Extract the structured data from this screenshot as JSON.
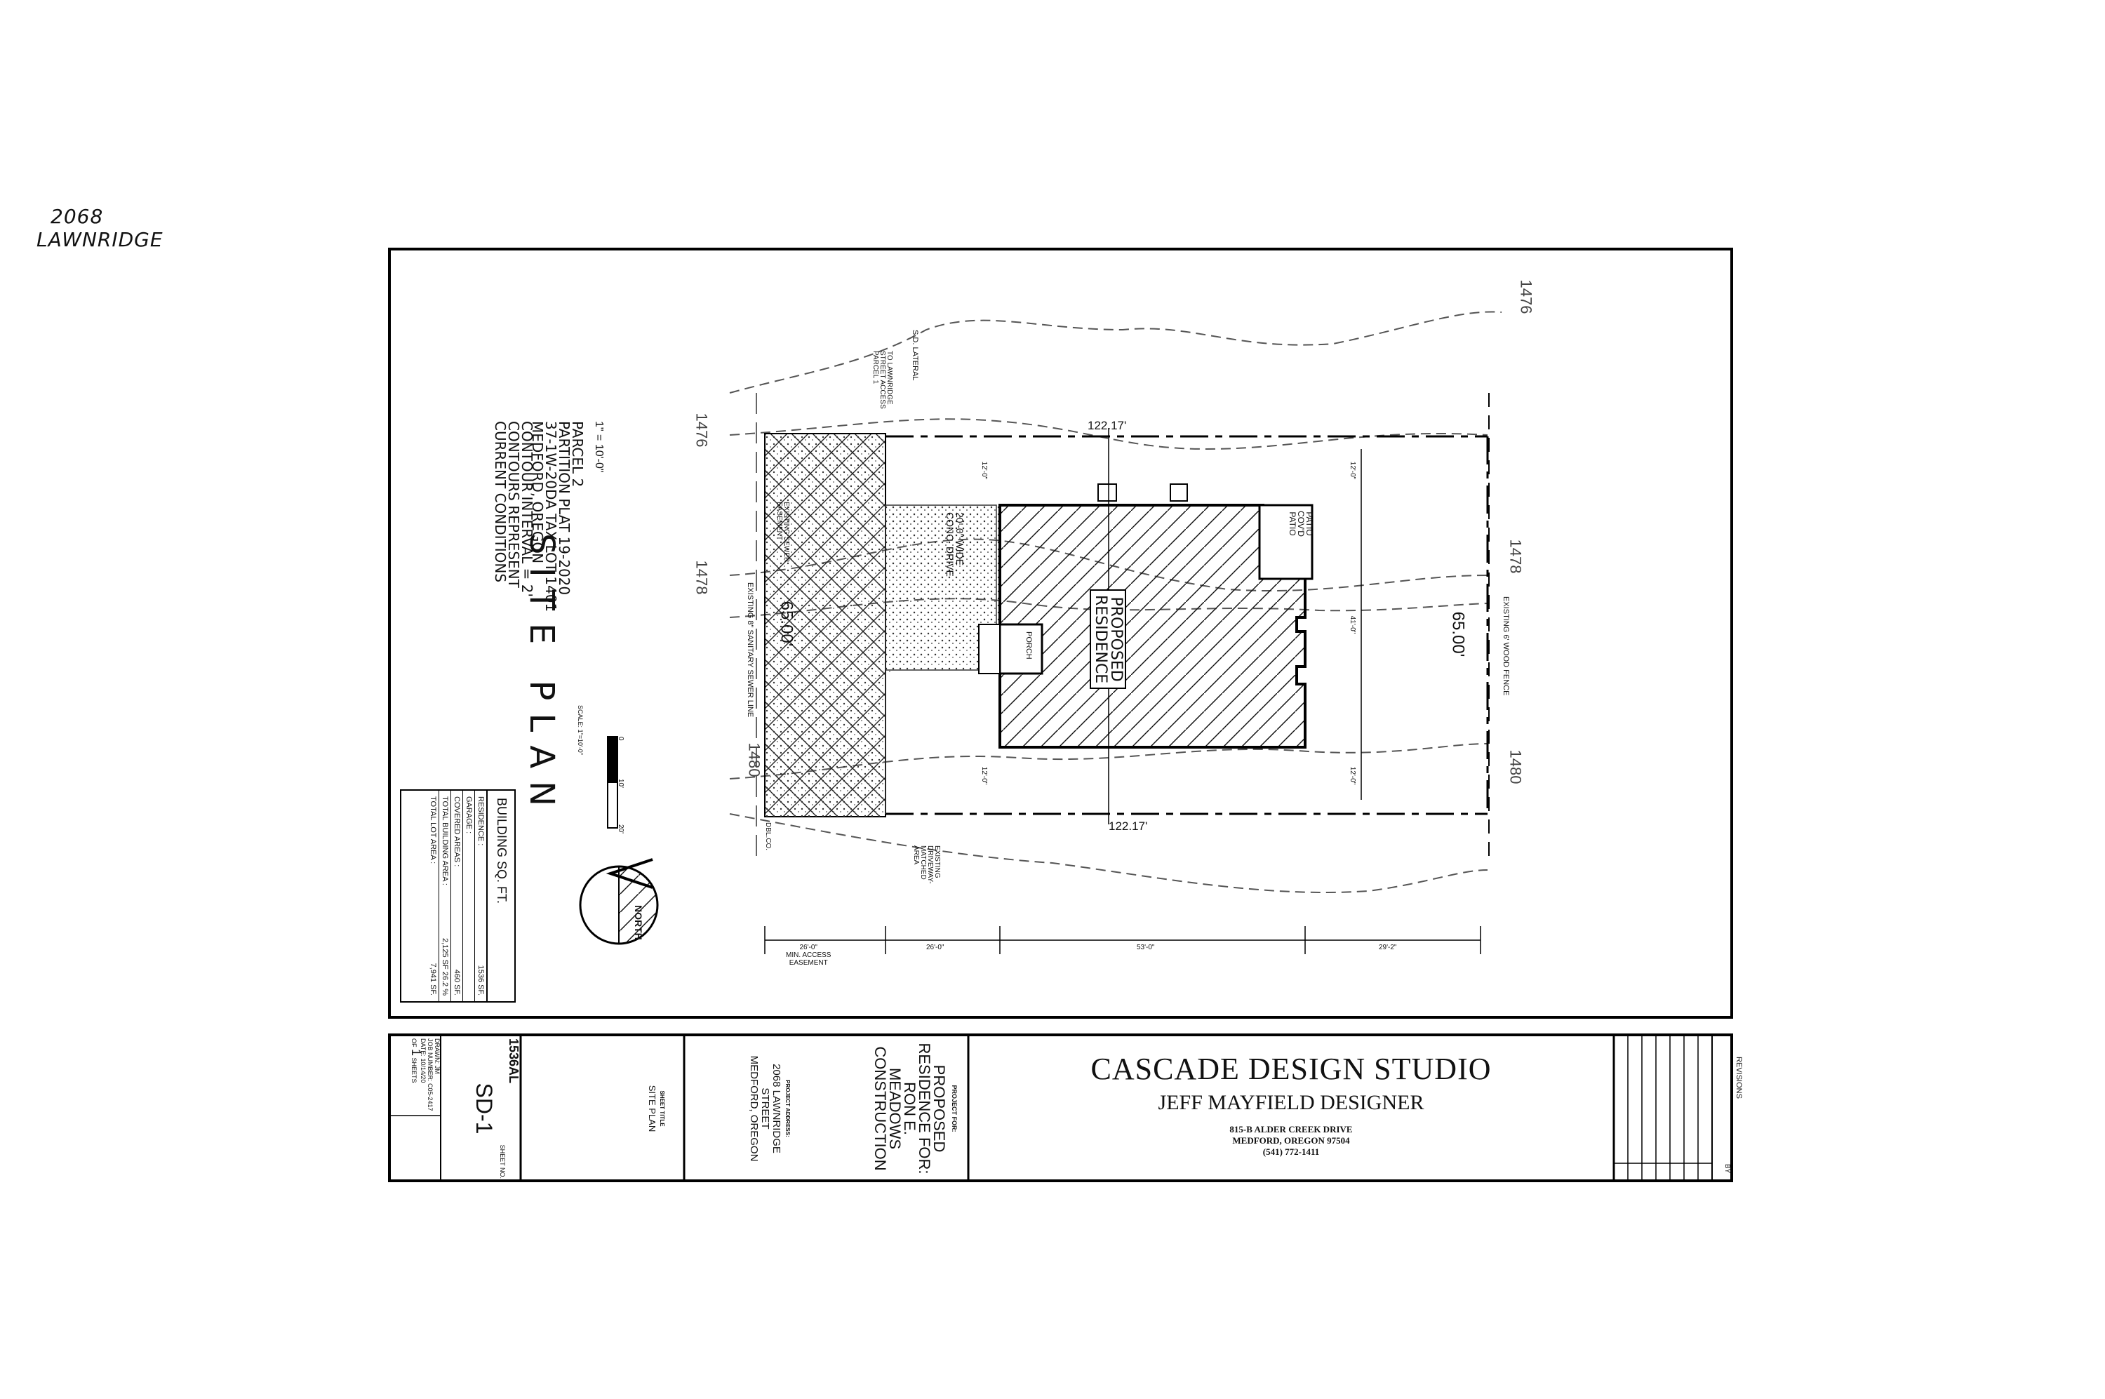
{
  "annotation": {
    "line1": "2068",
    "line2": "LAWNRIDGE"
  },
  "plan": {
    "title": "SITE PLAN",
    "scale": "1\" = 10'-0\"",
    "legal": [
      "PARCEL 2",
      "PARTITION PLAT 19-2020",
      "37-1W-20DA TAX LOT 1401",
      "MEDFORD, OREGON"
    ],
    "contour_note": [
      "CONTOUR INTERVAL = 2'",
      "CONTOURS REPRESENT",
      "CURRENT CONDITIONS"
    ],
    "scale_bar": {
      "label": "SCALE: 1\"=10'-0\"",
      "zero": "0",
      "mid": "10'",
      "end": "20'"
    },
    "north": "NORTH",
    "contours": [
      "1476",
      "1476",
      "1478",
      "1478",
      "1480",
      "1480"
    ],
    "dims": {
      "lot_length": "122.17'",
      "lot_length2": "122.17'",
      "lot_width": "65.00'",
      "lot_width2": "65.00'",
      "setback_front": "12'-0\"",
      "setback_rear": "12'-0\"",
      "setback_side1": "12'-0\"",
      "setback_side2": "12'-0\"",
      "house_depth": "41'-0\"",
      "seg1": "26'-0\"",
      "seg1b": "MIN. ACCESS",
      "seg1c": "EASEMENT",
      "seg2": "26'-0\"",
      "seg3": "53'-0\"",
      "seg4": "29'-2\""
    },
    "labels": {
      "residence": [
        "PROPOSED",
        "RESIDENCE"
      ],
      "patio": [
        "PATIO",
        "COV'D",
        "PATIO"
      ],
      "porch": "PORCH",
      "driveway": [
        "20'-0\" WIDE",
        "CONC. DRIVE"
      ],
      "fence": "EXISTING 6' WOOD FENCE",
      "sewer": "EXISTING 8\" SANITARY SEWER LINE",
      "sewer_ease": [
        "EXISTING SEWER",
        "EASEMENT"
      ],
      "sd_lateral": "S.D. LATERAL",
      "to_lawnridge": [
        "TO LAWNRIDGE",
        "STREET ACCESS",
        "PARCEL 1"
      ],
      "driveway_match": [
        "EXISTING",
        "DRIVEWAY-",
        "MATCHED",
        "AREA"
      ],
      "dbco": "DBL.CO."
    },
    "table": {
      "title": "BUILDING SQ. FT.",
      "rows": [
        [
          "RESIDENCE :",
          "1536 SF."
        ],
        [
          "GARAGE :",
          ""
        ],
        [
          "COVERED AREAS :",
          "460 SF."
        ],
        [
          "TOTAL BUILDING AREA :",
          "2,125 SF  26.2 %"
        ],
        [
          "TOTAL LOT AREA :",
          "7,941 SF."
        ]
      ]
    }
  },
  "titleblock": {
    "studio": "CASCADE DESIGN STUDIO",
    "designer": "JEFF MAYFIELD DESIGNER",
    "address": [
      "815-B ALDER CREEK DRIVE",
      "MEDFORD, OREGON 97504",
      "(541) 772-1411"
    ],
    "project_for_label": "PROJECT FOR:",
    "project_for": [
      "PROPOSED",
      "RESIDENCE FOR:",
      "RON E.",
      "MEADOWS",
      "CONSTRUCTION"
    ],
    "address_label": "PROJECT ADDRESS:",
    "project_address": [
      "2068 LAWNRIDGE",
      "STREET",
      "MEDFORD, OREGON"
    ],
    "sheet_title_label": "SHEET TITLE",
    "sheet_title": "SITE PLAN",
    "plan_no": "1536AL",
    "sheet_no_label": "SHEET NO.",
    "sheet_no": "SD-1",
    "drawn_label": "DRAWN:",
    "drawn": "JM",
    "job_label": "JOB NUMBER:",
    "job": "C05-2417",
    "date_label": "DATE:",
    "date": "10/14/20",
    "of": "OF",
    "sheets": "1",
    "sheets_label": "SHEETS",
    "revisions": "REVISIONS",
    "by": "BY"
  }
}
